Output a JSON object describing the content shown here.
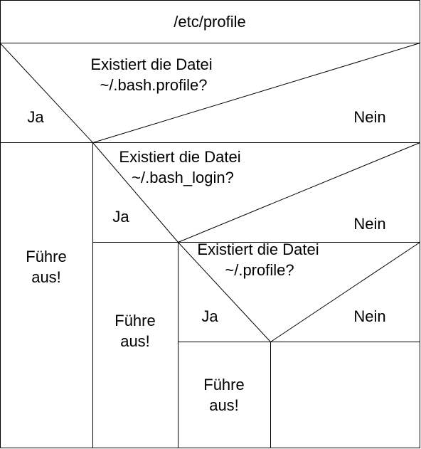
{
  "diagram": {
    "title": "/etc/profile",
    "decisions": [
      {
        "question_line1": "Existiert die Datei",
        "question_line2": "~/.bash.profile?",
        "yes_label": "Ja",
        "no_label": "Nein",
        "yes_action_line1": "Führe",
        "yes_action_line2": "aus!"
      },
      {
        "question_line1": "Existiert die Datei",
        "question_line2": "~/.bash_login?",
        "yes_label": "Ja",
        "no_label": "Nein",
        "yes_action_line1": "Führe",
        "yes_action_line2": "aus!"
      },
      {
        "question_line1": "Existiert die Datei",
        "question_line2": "~/.profile?",
        "yes_label": "Ja",
        "no_label": "Nein",
        "yes_action_line1": "Führe",
        "yes_action_line2": "aus!"
      }
    ]
  }
}
